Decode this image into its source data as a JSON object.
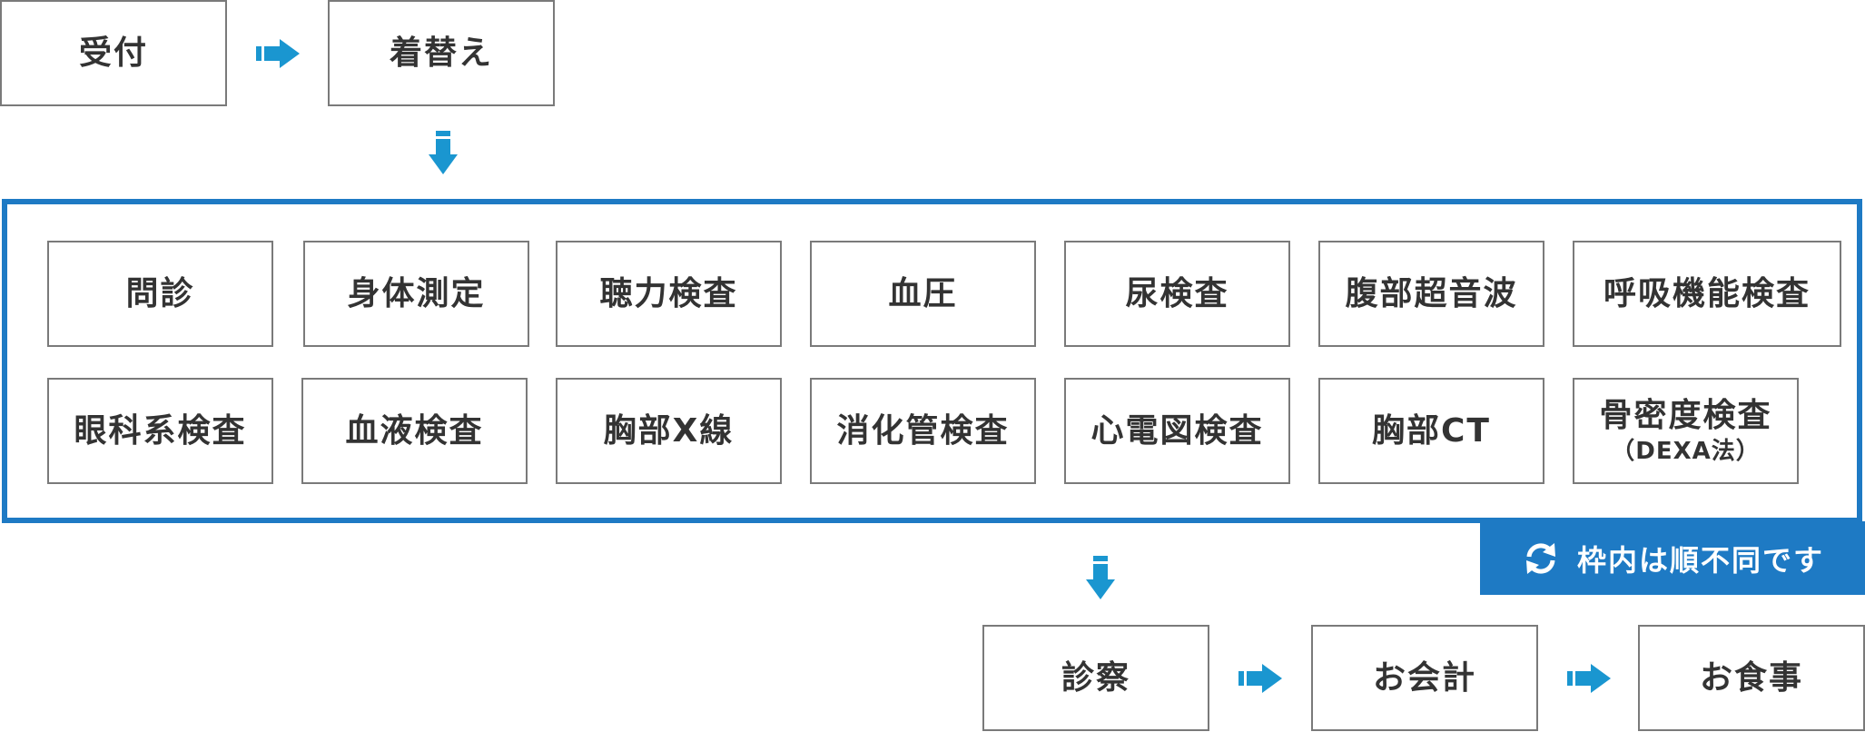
{
  "flow_top": {
    "reception": "受付",
    "changing": "着替え"
  },
  "exams": {
    "row1": [
      "問診",
      "身体測定",
      "聴力検査",
      "血圧",
      "尿検査",
      "腹部超音波",
      "呼吸機能検査"
    ],
    "row2": [
      "眼科系検査",
      "血液検査",
      "胸部X線",
      "消化管検査",
      "心電図検査",
      "胸部CT"
    ],
    "bone_density": {
      "label": "骨密度検査",
      "sub": "（DEXA法）"
    }
  },
  "note": {
    "text": "枠内は順不同です",
    "icon": "refresh-icon"
  },
  "flow_bottom": {
    "consultation": "診察",
    "payment": "お会計",
    "meal": "お食事"
  },
  "colors": {
    "frame": "#1e7ac4",
    "arrow": "#1a96d0",
    "box_border": "#7a7a7a",
    "text": "#333333"
  }
}
